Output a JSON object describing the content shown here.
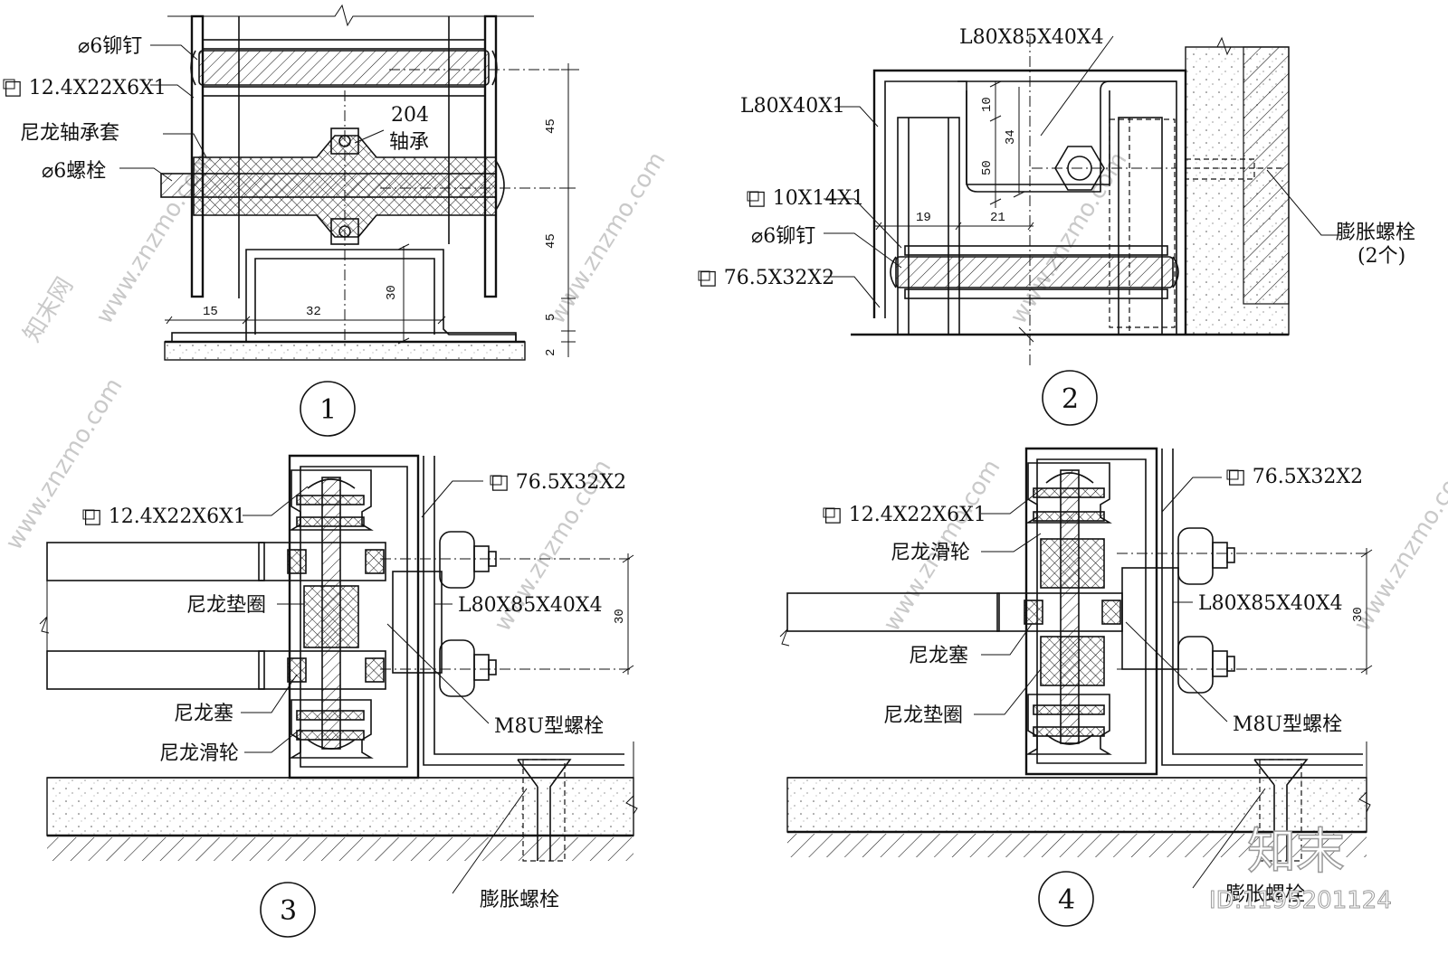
{
  "figures": [
    {
      "number": "1",
      "labels": {
        "rivet": "⌀6铆钉",
        "tube": "□ 12.4X22X6X1",
        "bushing": "尼龙轴承套",
        "bolt": "⌀6螺栓",
        "bearing_line1": "204",
        "bearing_line2": "轴承"
      },
      "dims": {
        "d45a": "45",
        "d45b": "45",
        "d5": "5",
        "d2": "2",
        "d30": "30",
        "d15": "15",
        "d32": "32"
      }
    },
    {
      "number": "2",
      "labels": {
        "angle": "L80X85X40X4",
        "angle2": "L80X40X1",
        "tube": "□ 10X14X1",
        "rivet": "⌀6铆钉",
        "channel": "□ 76.5X32X2",
        "anchor": "膨胀螺栓",
        "anchor_count": "(2个)"
      },
      "dims": {
        "d10": "10",
        "d34": "34",
        "d50": "50",
        "d19": "19",
        "d21": "21"
      }
    },
    {
      "number": "3",
      "labels": {
        "channel": "□ 76.5X32X2",
        "tube": "□ 12.4X22X6X1",
        "washer": "尼龙垫圈",
        "angle": "L80X85X40X4",
        "plug": "尼龙塞",
        "ubolt": "M8U型螺栓",
        "pulley": "尼龙滑轮",
        "anchor": "膨胀螺栓"
      },
      "dims": {
        "d30": "30"
      }
    },
    {
      "number": "4",
      "labels": {
        "channel": "□ 76.5X32X2",
        "tube": "□ 12.4X22X6X1",
        "pulley": "尼龙滑轮",
        "angle": "L80X85X40X4",
        "plug": "尼龙塞",
        "washer": "尼龙垫圈",
        "ubolt": "M8U型螺栓",
        "anchor": "膨胀螺栓"
      },
      "dims": {
        "d30": "30"
      }
    }
  ],
  "watermark": {
    "brand": "知末",
    "site": "www.znzmo.com",
    "site_cn": "知末网",
    "id": "ID:1195201124"
  }
}
